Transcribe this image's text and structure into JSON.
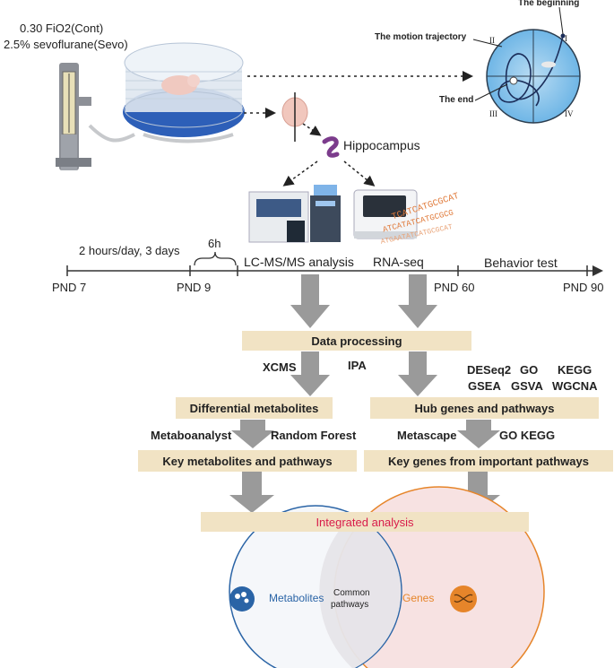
{
  "setup": {
    "line1": "0.30 FiO2(Cont)",
    "line2": "2.5% sevoflurane(Sevo)"
  },
  "tissue": {
    "label": "Hippocampus"
  },
  "maze": {
    "beginning": "The beginning",
    "trajectory": "The motion trajectory",
    "end": "The end",
    "q1": "I",
    "q2": "II",
    "q3": "III",
    "q4": "IV"
  },
  "dna_text": [
    "TCATCATGCGCAT",
    "ATCATATCATGCGCG",
    "ATGAATATCATGCGCAT"
  ],
  "timeline": {
    "exposure": "2 hours/day, 3 days",
    "six_h": "6h",
    "lcms": "LC-MS/MS analysis",
    "rnaseq": "RNA-seq",
    "behavior": "Behavior test",
    "pnd7": "PND 7",
    "pnd9": "PND 9",
    "pnd60": "PND 60",
    "pnd90": "PND 90"
  },
  "flow": {
    "data_processing": "Data processing",
    "xcms": "XCMS",
    "ipa": "IPA",
    "deseq2": "DESeq2",
    "go1": "GO",
    "kegg1": "KEGG",
    "gsea": "GSEA",
    "gsva": "GSVA",
    "wgcna": "WGCNA",
    "diff_metabolites": "Differential metabolites",
    "hub_genes": "Hub genes and pathways",
    "metaboanalyst": "Metaboanalyst",
    "random_forest": "Random Forest",
    "metascape": "Metascape",
    "go_kegg": "GO KEGG",
    "key_metabolites": "Key metabolites and pathways",
    "key_genes": "Key genes from important pathways",
    "integrated": "Integrated analysis"
  },
  "venn": {
    "metabolites": "Metabolites",
    "genes": "Genes",
    "common1": "Common",
    "common2": "pathways"
  },
  "colors": {
    "box_fill": "#f1e3c4",
    "arrow_gray": "#9a9a9a",
    "integrated_text": "#d81b4a",
    "metabolites_circle": "#2a64a6",
    "genes_circle": "#e6852a",
    "genes_fill": "#f7e2e2",
    "metabolites_fill": "#eef2f7",
    "overlap_fill": "#ebe8ec"
  }
}
